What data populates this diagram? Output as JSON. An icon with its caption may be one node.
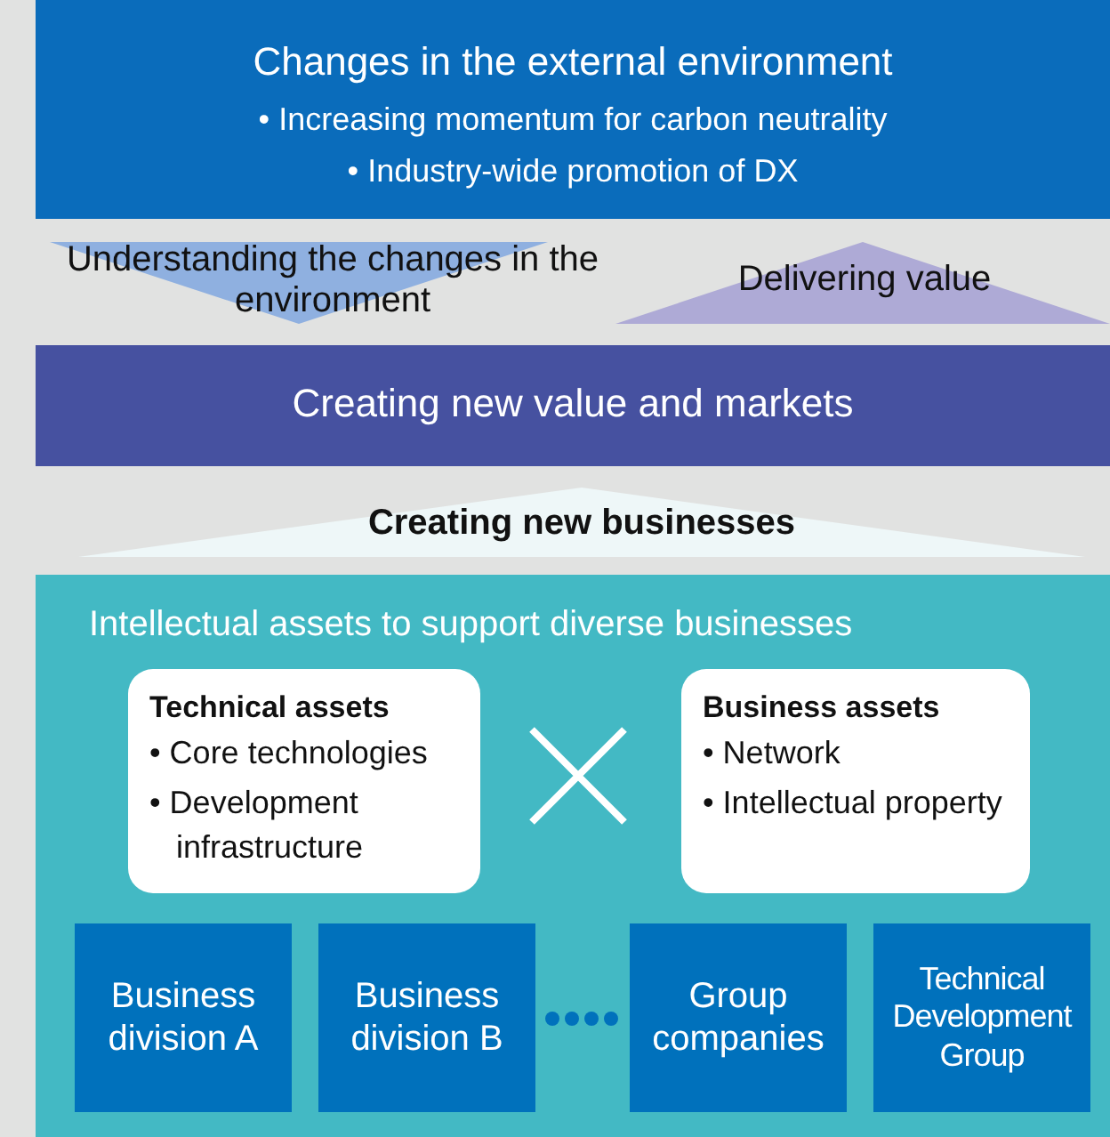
{
  "diagram": {
    "nodes": [
      {
        "text": [
          "Changes in the external environment",
          "• Increasing momentum for carbon neutrality",
          "• Industry-wide promotion of DX"
        ]
      },
      {
        "text": [
          "Understanding the changes in the environment"
        ]
      },
      {
        "text": [
          "Delivering value"
        ]
      },
      {
        "text": [
          "Creating new value and markets"
        ]
      },
      {
        "text": [
          "Creating new businesses"
        ]
      },
      {
        "text": [
          "Intellectual assets to support diverse businesses"
        ]
      },
      {
        "text": [
          "Technical assets",
          "• Core technologies",
          "• Development infrastructure"
        ],
        "in": 5
      },
      {
        "text": [
          "Business assets",
          "• Network",
          "• Intellectual property"
        ],
        "in": 5
      },
      {
        "text": [
          "Business division A"
        ],
        "in": 5
      },
      {
        "text": [
          "Business division B"
        ],
        "in": 5
      },
      {
        "text": [
          "Group companies"
        ],
        "in": 5
      },
      {
        "text": [
          "Technical Development Group"
        ],
        "in": 5
      }
    ]
  }
}
